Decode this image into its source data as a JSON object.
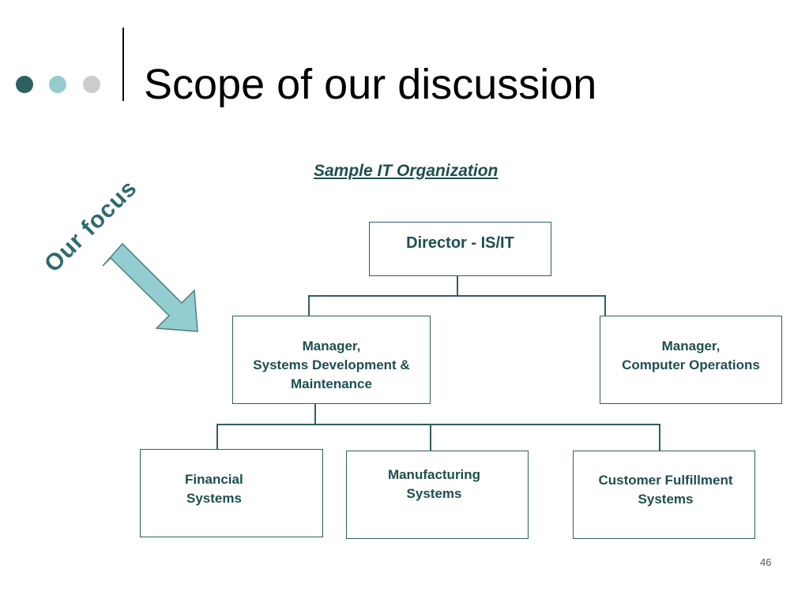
{
  "slide": {
    "title": "Scope of our discussion",
    "subtitle": "Sample IT Organization",
    "focus_label": "Our focus",
    "page_number": "46",
    "colors": {
      "dot1": "#2e5f63",
      "dot2": "#93cdd0",
      "dot3": "#cccccc",
      "arrow_fill": "#93cdd0",
      "accent": "#2e6b6b"
    }
  },
  "org": {
    "director": "Director - IS/IT",
    "manager_dev": [
      "Manager,",
      "Systems Development &",
      "Maintenance"
    ],
    "manager_ops": [
      "Manager,",
      "Computer Operations"
    ],
    "financial": [
      "Financial",
      "Systems"
    ],
    "manufacturing": [
      "Manufacturing",
      "Systems"
    ],
    "customer": [
      "Customer Fulfillment",
      "Systems"
    ]
  }
}
